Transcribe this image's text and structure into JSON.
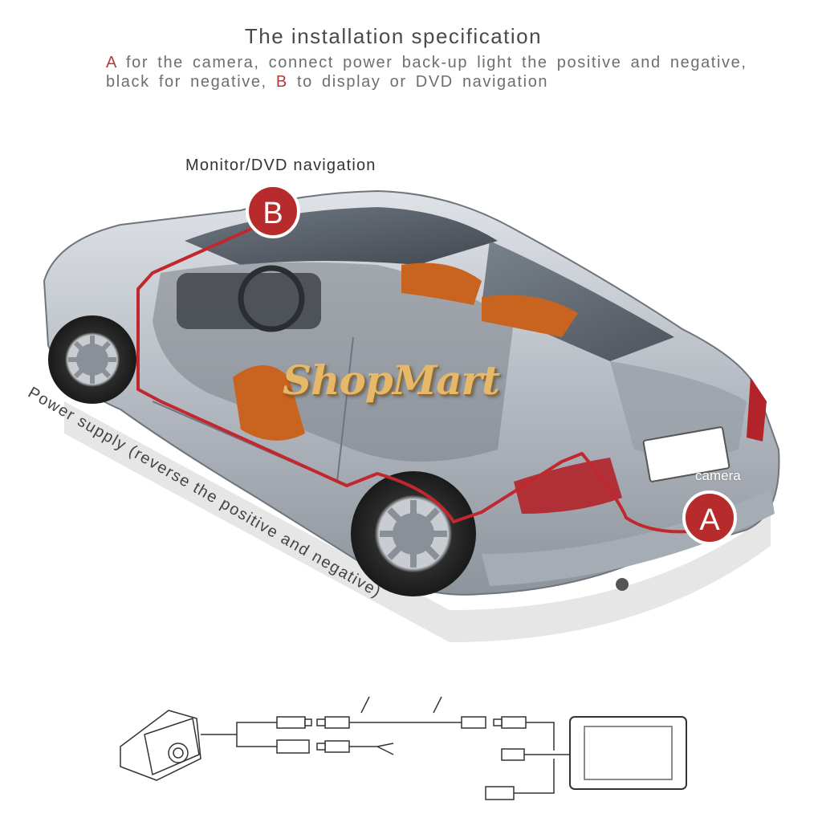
{
  "header": {
    "title": "The installation specification",
    "desc_a_letter": "A",
    "desc_part1": " for the camera, connect power back-up light the positive and negative,",
    "desc_part2": "black for negative, ",
    "desc_b_letter": "B",
    "desc_part3": " to display or DVD navigation"
  },
  "labels": {
    "monitor": "Monitor/DVD navigation",
    "power": "Power supply (reverse the positive and negative)",
    "camera": "camera",
    "marker_a": "A",
    "marker_b": "B"
  },
  "watermark": "ShopMart",
  "colors": {
    "accent": "#c0282d",
    "wire": "#c0282d",
    "car_body": "#b9bec6"
  },
  "icons": [
    "car-cutaway-illustration",
    "backup-camera-icon",
    "monitor-display-icon",
    "rca-connector-icon"
  ]
}
